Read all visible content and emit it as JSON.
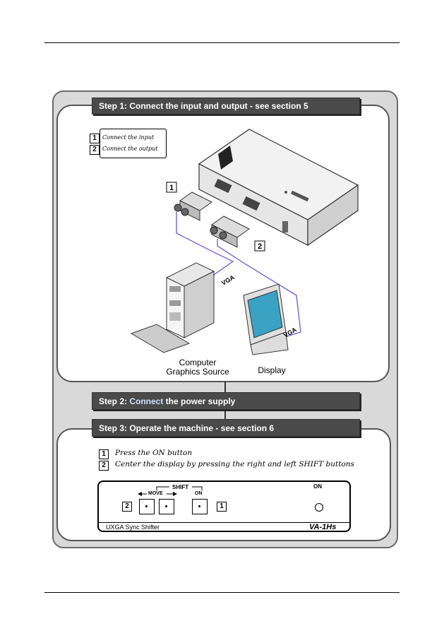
{
  "step1": {
    "title": "Step 1: Connect the input and output - see section 5",
    "legend": [
      {
        "num": "1",
        "text": "Connect the input"
      },
      {
        "num": "2",
        "text": "Connect the output"
      }
    ],
    "callout_input": "1",
    "callout_output": "2",
    "cable_label_vga_1": "VGA",
    "cable_label_vga_2": "VGA",
    "source_label_line1": "Computer",
    "source_label_line2": "Graphics Source",
    "display_label": "Display"
  },
  "step2": {
    "title_prefix": "Step 2: ",
    "title_highlight": "Connect",
    "title_rest": " the power supply"
  },
  "step3": {
    "title": "Step 3: Operate the machine  - see section 6",
    "instructions": [
      {
        "num": "1",
        "text": "Press the ON button"
      },
      {
        "num": "2",
        "text": "Center the display by pressing the right and left SHIFT buttons"
      }
    ]
  },
  "front_panel": {
    "shift_label": "SHIFT",
    "move_label": "MOVE",
    "on_label": "ON",
    "on_led_label": "ON",
    "callout_shift": "2",
    "callout_on": "1",
    "model_description": "UXGA Sync Shifter",
    "model_name": "VA-1Hs"
  },
  "colors": {
    "step_bar": "#4a4a4a",
    "frame_gray": "#d9d9d9",
    "cable": "#7b6fd6",
    "screen": "#3aa3c4"
  }
}
